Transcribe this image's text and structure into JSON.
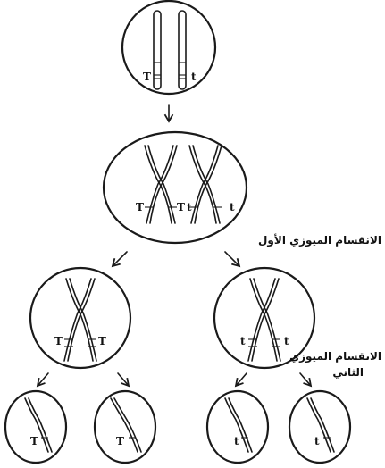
{
  "diagram": {
    "labels": {
      "meiosis_one": "الانقسام الميوزي الأول",
      "meiosis_two_line1": "الانقسام الميوزي",
      "meiosis_two_line2": "الثاني"
    },
    "cells": {
      "parent": {
        "left_allele": "T",
        "right_allele": "t"
      },
      "replicated": {
        "alleles": [
          "T",
          "T",
          "t",
          "t"
        ]
      },
      "meiosis1_left": {
        "alleles": [
          "T",
          "T"
        ]
      },
      "meiosis1_right": {
        "alleles": [
          "t",
          "t"
        ]
      },
      "gametes": [
        "T",
        "T",
        "t",
        "t"
      ]
    }
  }
}
